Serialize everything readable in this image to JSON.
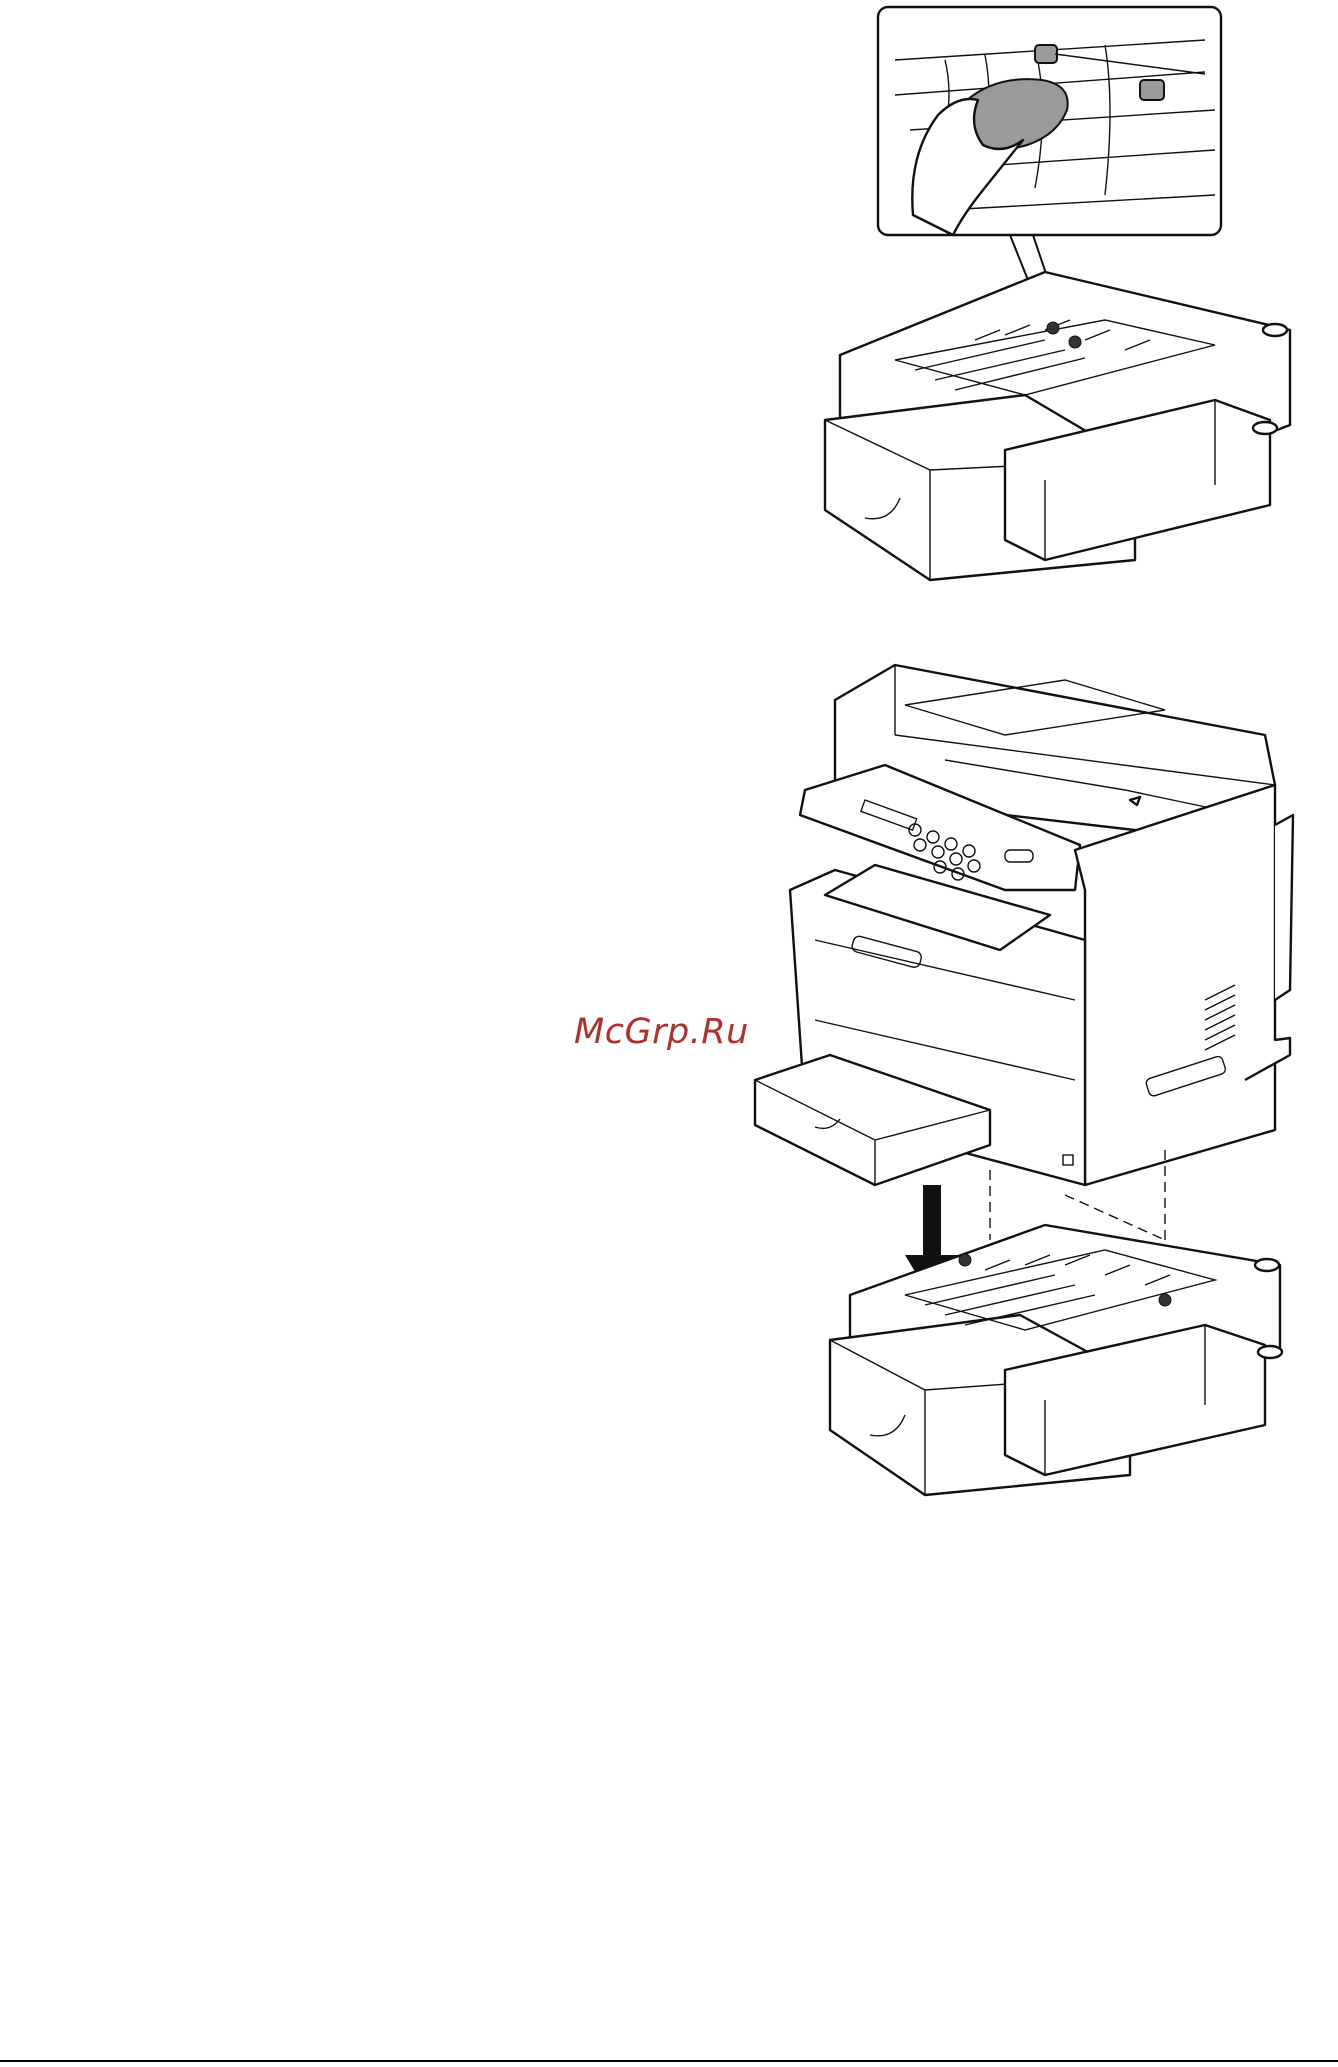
{
  "watermark": {
    "text": "McGrp.Ru",
    "color": "#b0302c"
  },
  "figures": [
    {
      "id": "clean-feed-rollers",
      "icon": "hand-wiping-rollers-illustration"
    },
    {
      "id": "install-on-tray",
      "icon": "printer-onto-lower-tray-illustration"
    }
  ]
}
